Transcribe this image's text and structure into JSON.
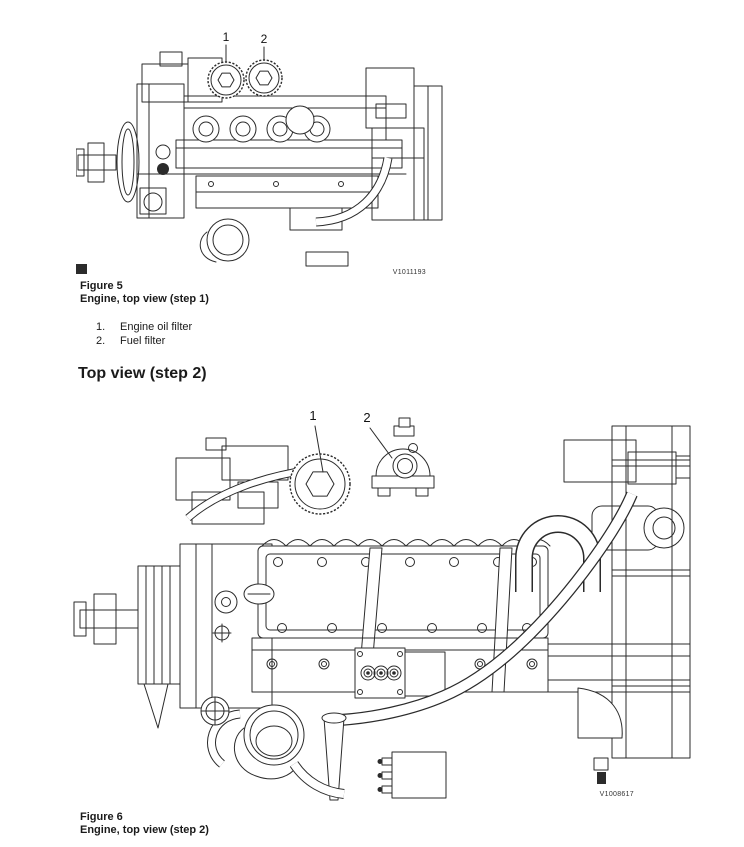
{
  "figure5": {
    "caption_title": "Figure 5",
    "caption_subtitle": "Engine, top view (step 1)",
    "callouts": {
      "c1": "1",
      "c2": "2"
    },
    "ref_code": "V1011193"
  },
  "legend": {
    "items": [
      {
        "num": "1.",
        "label": "Engine oil filter"
      },
      {
        "num": "2.",
        "label": "Fuel filter"
      }
    ]
  },
  "section_heading": "Top view (step 2)",
  "figure6": {
    "caption_title": "Figure 6",
    "caption_subtitle": "Engine, top view (step 2)",
    "callouts": {
      "c1": "1",
      "c2": "2"
    },
    "ref_code": "V1008617"
  },
  "colors": {
    "line": "#2b2b2b",
    "background": "#ffffff"
  }
}
